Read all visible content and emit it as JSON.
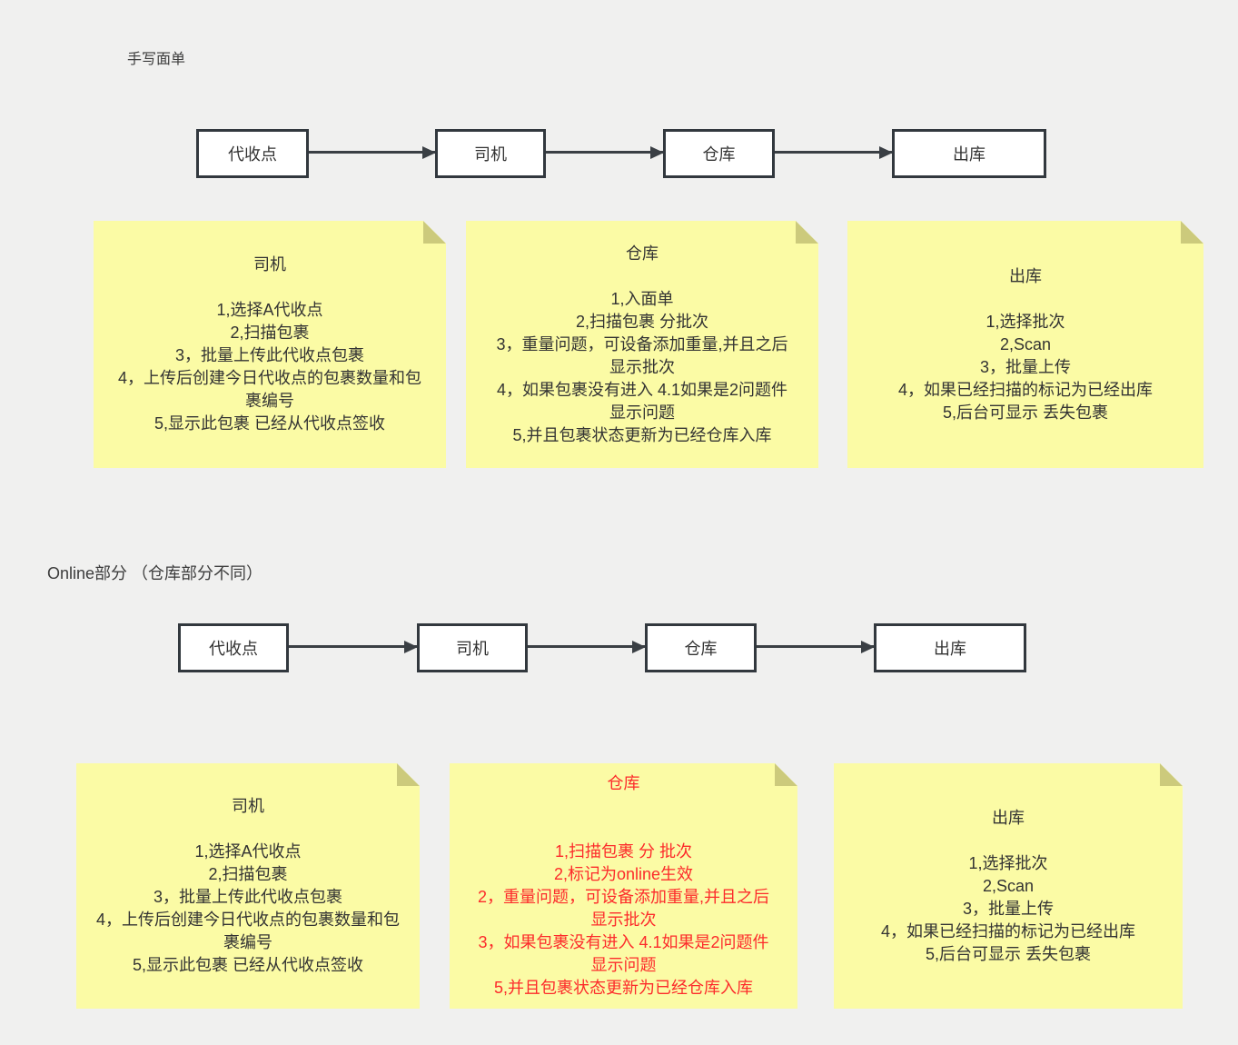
{
  "colors": {
    "canvas_background": "#f0f0ef",
    "note_background": "#fbfba5",
    "note_fold": "#ccca7c",
    "node_border": "#32383e",
    "arrow": "#3a3f44",
    "text": "#333333",
    "red_text": "#fc2b2b"
  },
  "section1": {
    "title": "手写面单",
    "flow_nodes": [
      "代收点",
      "司机",
      "仓库",
      "出库"
    ],
    "notes": [
      {
        "title": "司机",
        "lines": [
          "",
          "1,选择A代收点",
          "2,扫描包裹",
          "3，批量上传此代收点包裹",
          "4，上传后创建今日代收点的包裹数量和包",
          "裹编号",
          "5,显示此包裹 已经从代收点签收"
        ]
      },
      {
        "title": "仓库",
        "lines": [
          "",
          "1,入面单",
          "2,扫描包裹 分批次",
          "3，重量问题，可设备添加重量,并且之后",
          "显示批次",
          "4，如果包裹没有进入 4.1如果是2问题件",
          "显示问题",
          "5,并且包裹状态更新为已经仓库入库"
        ]
      },
      {
        "title": "出库",
        "lines": [
          "",
          "1,选择批次",
          "2,Scan",
          "3，批量上传",
          "4，如果已经扫描的标记为已经出库",
          "5,后台可显示 丢失包裹"
        ]
      }
    ]
  },
  "section2": {
    "title": "Online部分 （仓库部分不同）",
    "flow_nodes": [
      "代收点",
      "司机",
      "仓库",
      "出库"
    ],
    "notes": [
      {
        "title": "司机",
        "lines": [
          "",
          "1,选择A代收点",
          "2,扫描包裹",
          "3，批量上传此代收点包裹",
          "4，上传后创建今日代收点的包裹数量和包",
          "裹编号",
          "5,显示此包裹 已经从代收点签收"
        ]
      },
      {
        "title": "仓库",
        "text_color": "red",
        "lines": [
          "",
          "",
          "1,扫描包裹 分 批次",
          "2,标记为online生效",
          "2，重量问题，可设备添加重量,并且之后",
          "显示批次",
          "3，如果包裹没有进入 4.1如果是2问题件",
          "显示问题",
          "5,并且包裹状态更新为已经仓库入库"
        ]
      },
      {
        "title": "出库",
        "lines": [
          "",
          "1,选择批次",
          "2,Scan",
          "3，批量上传",
          "4，如果已经扫描的标记为已经出库",
          "5,后台可显示 丢失包裹"
        ]
      }
    ]
  }
}
